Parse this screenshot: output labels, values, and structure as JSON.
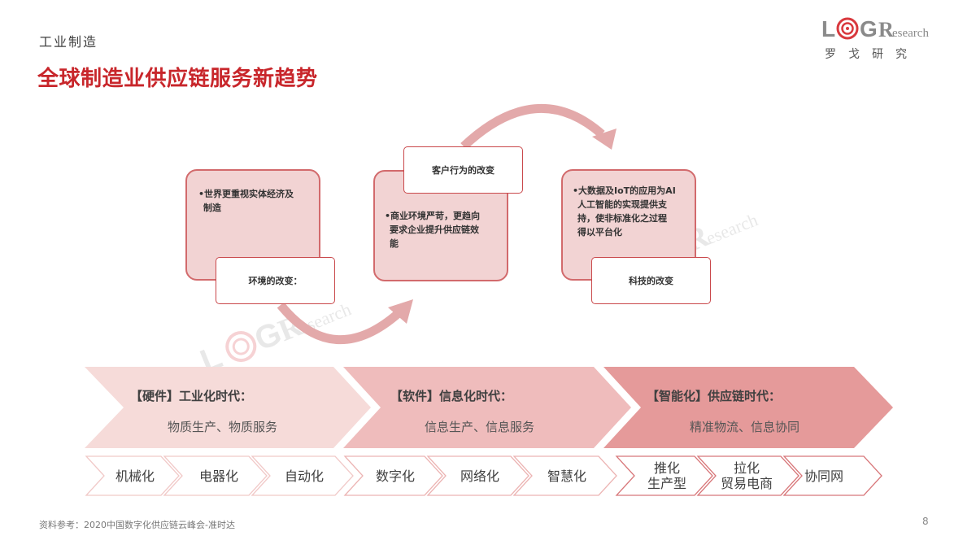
{
  "header": {
    "category": "工业制造",
    "title": "全球制造业供应链服务新趋势"
  },
  "logo": {
    "letters": [
      "L",
      "G",
      "R"
    ],
    "suffix": "esearch",
    "subtitle": "罗戈研究",
    "colors": {
      "gray": "#8a8a8a",
      "red": "#d9393e"
    }
  },
  "watermarks": [
    {
      "text": "esearch",
      "position": "center-left"
    },
    {
      "text": "esearch",
      "position": "center-right"
    }
  ],
  "cycle": {
    "cards": [
      {
        "bullet": "•世界更重视实体经济及制造",
        "lines": [
          "•世界更重视实体经济及",
          "制造"
        ],
        "tag": "环境的改变："
      },
      {
        "bullet": "•商业环境严苛，更趋向要求企业提升供应链效能",
        "lines": [
          "•商业环境严苛，更趋向",
          "要求企业提升供应链效",
          "能"
        ],
        "tag": "客户行为的改变"
      },
      {
        "bullet": "•大数据及IoT的应用为AI人工智能的实现提供支持，使非标准化之过程得以平台化",
        "lines": [
          "•大数据及IoT的应用为AI",
          "人工智能的实现提供支",
          "持，使非标准化之过程",
          "得以平台化"
        ],
        "tag": "科技的改变"
      }
    ],
    "arrows": [
      {
        "from": "环境的改变：",
        "to": "客户行为的改变",
        "direction": "lower-arc"
      },
      {
        "from": "客户行为的改变",
        "to": "科技的改变",
        "direction": "upper-arc"
      }
    ],
    "colors": {
      "card_fill": "#f2d3d3",
      "card_border": "#d26a6c",
      "arrow": "#e3a9aa"
    }
  },
  "eras": [
    {
      "heading": "【硬件】工业化时代：",
      "subtitle": "物质生产、物质服务",
      "color": "#f6dbd9",
      "steps": [
        "机械化",
        "电器化",
        "自动化"
      ]
    },
    {
      "heading": "【软件】信息化时代：",
      "subtitle": "信息生产、信息服务",
      "color": "#efbcbc",
      "steps": [
        "数字化",
        "网络化",
        "智慧化"
      ]
    },
    {
      "heading": "【智能化】供应链时代：",
      "subtitle": "精准物流、信息协同",
      "color": "#e59a9a",
      "steps": [
        {
          "line1": "推化",
          "line2": "生产型"
        },
        {
          "line1": "拉化",
          "line2": "贸易电商"
        },
        {
          "line1": "协同网",
          "line2": ""
        }
      ]
    }
  ],
  "footer": {
    "source": "资料参考：2020中国数字化供应链云峰会-准时达",
    "page_number": "8"
  }
}
